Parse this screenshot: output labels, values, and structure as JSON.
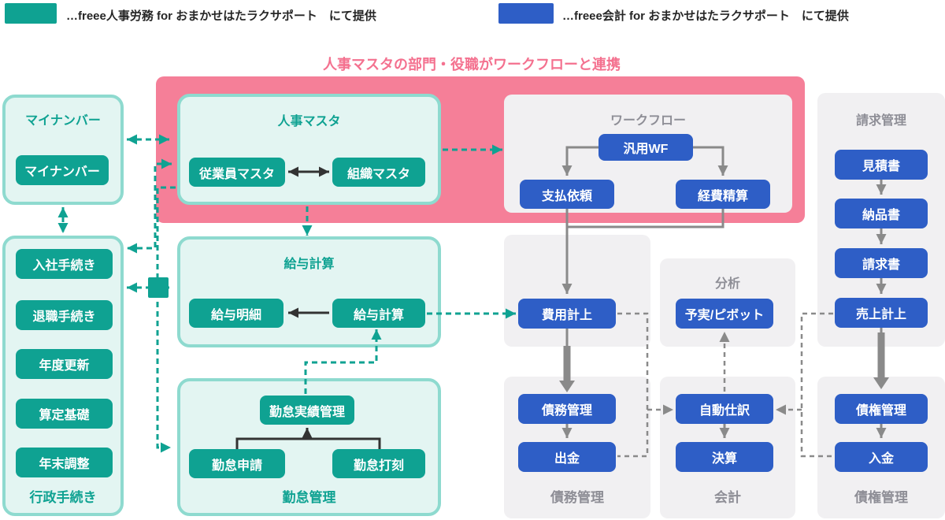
{
  "legend": {
    "hr_label": "…freee人事労務 for おまかせはたラクサポート　にて提供",
    "acct_label": "…freee会計 for おまかせはたラクサポート　にて提供"
  },
  "banner": {
    "title": "人事マスタの部門・役職がワークフローと連携"
  },
  "sections": {
    "mynumber": {
      "title": "マイナンバー",
      "button": "マイナンバー"
    },
    "gyosei": {
      "label": "行政手続き",
      "buttons": [
        "入社手続き",
        "退職手続き",
        "年度更新",
        "算定基礎",
        "年末調整"
      ]
    },
    "jinji": {
      "title": "人事マスタ",
      "buttons": [
        "従業員マスタ",
        "組織マスタ"
      ]
    },
    "kyuyo": {
      "title": "給与計算",
      "buttons": [
        "給与明細",
        "給与計算"
      ]
    },
    "kintai": {
      "label": "勤怠管理",
      "buttons": [
        "勤怠実績管理",
        "勤怠申請",
        "勤怠打刻"
      ]
    },
    "workflow": {
      "title": "ワークフロー",
      "buttons": [
        "汎用WF",
        "支払依頼",
        "経費精算"
      ]
    },
    "expense": {
      "button": "費用計上"
    },
    "saimu": {
      "label": "債務管理",
      "buttons": [
        "債務管理",
        "出金"
      ]
    },
    "bunseki": {
      "title": "分析",
      "button": "予実/ピボット"
    },
    "kaikei": {
      "label": "会計",
      "buttons": [
        "自動仕訳",
        "決算"
      ]
    },
    "seikyu": {
      "title": "請求管理",
      "buttons": [
        "見積書",
        "納品書",
        "請求書",
        "売上計上"
      ]
    },
    "saiken": {
      "label": "債権管理",
      "buttons": [
        "債権管理",
        "入金"
      ]
    }
  },
  "colors": {
    "teal": "#0fa292",
    "teal_panel_bg": "#e3f5f2",
    "teal_panel_border": "#8edacf",
    "blue": "#2e5ec6",
    "pink_banner": "#f57f98",
    "pink_title": "#f4718f",
    "gray_panel_bg": "#f1f0f2",
    "gray_text": "#8e8e96",
    "arrow_gray": "#8a8a8a",
    "arrow_black": "#333333"
  }
}
